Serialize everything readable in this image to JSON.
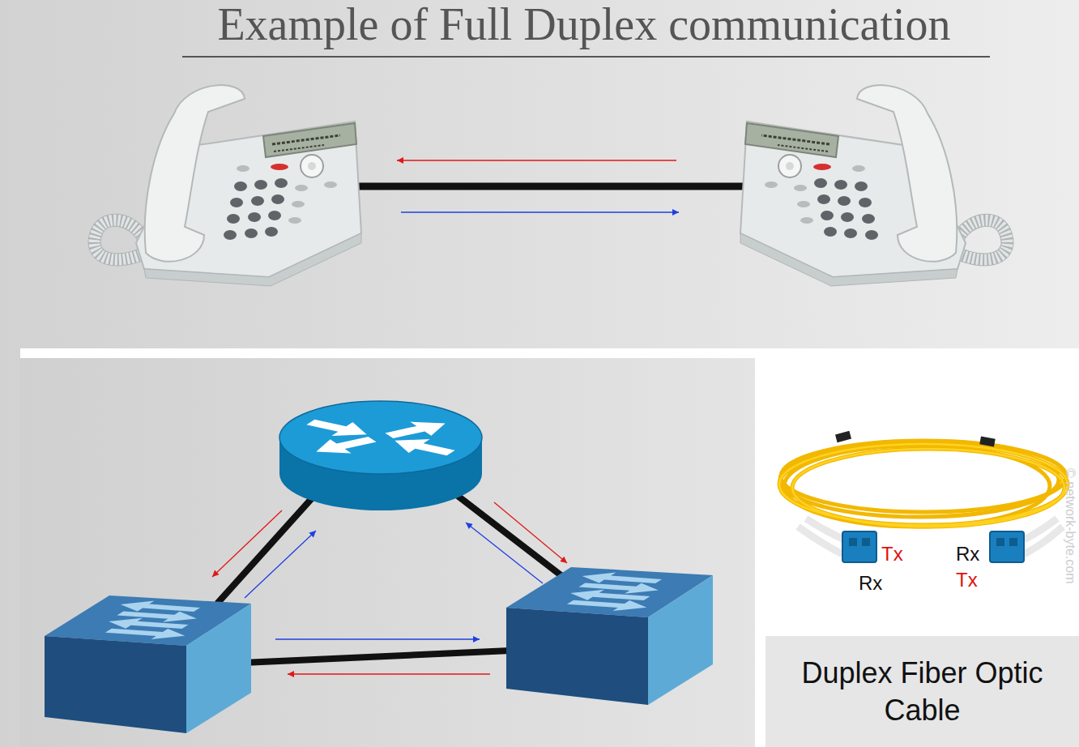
{
  "diagram": {
    "title": "Example of Full Duplex communication",
    "nodes": [
      {
        "text": [
          "Duplex Fiber Optic Cable"
        ]
      }
    ],
    "labels": [
      "Tx",
      "Rx",
      "Rx",
      "Tx",
      "© network-byte.com"
    ]
  }
}
